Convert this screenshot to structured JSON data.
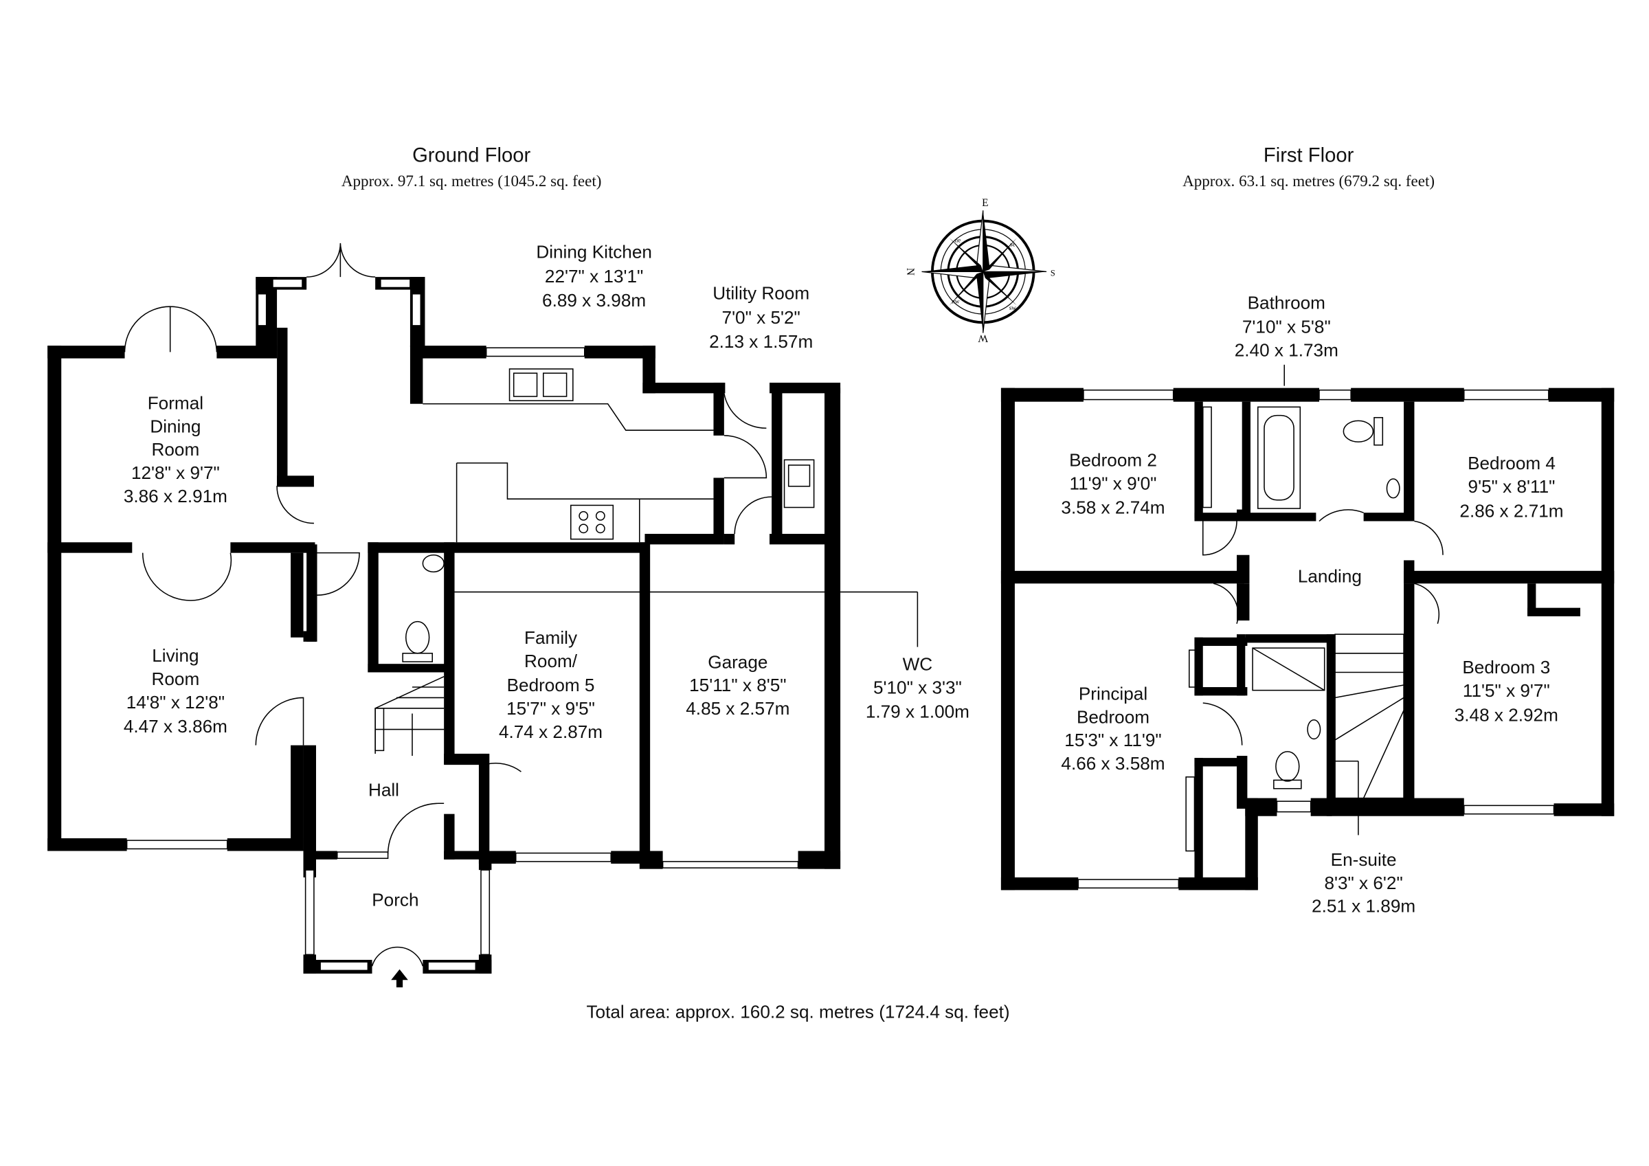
{
  "ground_floor": {
    "title": "Ground Floor",
    "area": "Approx. 97.1 sq. metres (1045.2 sq. feet)",
    "rooms": [
      {
        "name": [
          "Dining Kitchen"
        ],
        "imperial": "22'7\" x 13'1\"",
        "metric": "6.89 x 3.98m"
      },
      {
        "name": [
          "Utility Room"
        ],
        "imperial": "7'0\" x 5'2\"",
        "metric": "2.13 x 1.57m"
      },
      {
        "name": [
          "Formal",
          "Dining",
          "Room"
        ],
        "imperial": "12'8\" x 9'7\"",
        "metric": "3.86 x 2.91m"
      },
      {
        "name": [
          "Living",
          "Room"
        ],
        "imperial": "14'8\" x 12'8\"",
        "metric": "4.47 x 3.86m"
      },
      {
        "name": [
          "Family",
          "Room/",
          "Bedroom 5"
        ],
        "imperial": "15'7\" x 9'5\"",
        "metric": "4.74 x 2.87m"
      },
      {
        "name": [
          "Garage"
        ],
        "imperial": "15'11\" x 8'5\"",
        "metric": "4.85 x 2.57m"
      },
      {
        "name": [
          "WC"
        ],
        "imperial": "5'10\" x 3'3\"",
        "metric": "1.79 x 1.00m"
      },
      {
        "name": [
          "Hall"
        ]
      },
      {
        "name": [
          "Porch"
        ]
      }
    ]
  },
  "first_floor": {
    "title": "First Floor",
    "area": "Approx. 63.1 sq. metres (679.2 sq. feet)",
    "rooms": [
      {
        "name": [
          "Bathroom"
        ],
        "imperial": "7'10\" x 5'8\"",
        "metric": "2.40 x 1.73m"
      },
      {
        "name": [
          "Bedroom 2"
        ],
        "imperial": "11'9\" x 9'0\"",
        "metric": "3.58 x 2.74m"
      },
      {
        "name": [
          "Bedroom 4"
        ],
        "imperial": "9'5\" x 8'11\"",
        "metric": "2.86 x 2.71m"
      },
      {
        "name": [
          "Landing"
        ]
      },
      {
        "name": [
          "Principal",
          "Bedroom"
        ],
        "imperial": "15'3\" x 11'9\"",
        "metric": "4.66 x 3.58m"
      },
      {
        "name": [
          "Bedroom 3"
        ],
        "imperial": "11'5\" x 9'7\"",
        "metric": "3.48 x 2.92m"
      },
      {
        "name": [
          "En-suite"
        ],
        "imperial": "8'3\" x 6'2\"",
        "metric": "2.51 x 1.89m"
      }
    ]
  },
  "compass": {
    "icon": "compass-rose-icon",
    "labels": [
      "E",
      "N",
      "S",
      "W",
      "ne",
      "se",
      "nw",
      "sw"
    ]
  },
  "total_area": "Total area: approx. 160.2 sq. metres (1724.4 sq. feet)"
}
